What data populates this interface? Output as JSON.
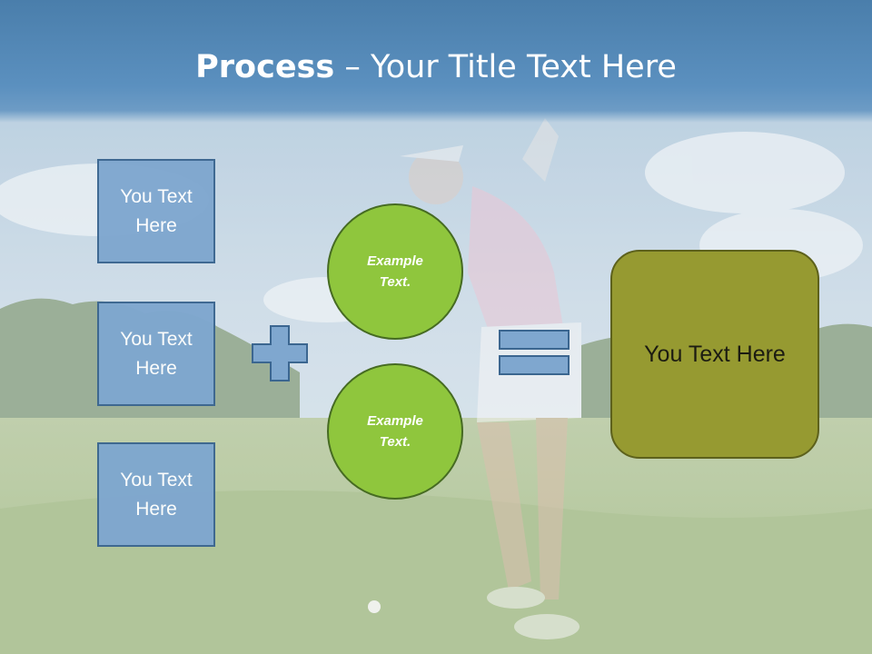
{
  "title": {
    "bold": "Process",
    "rest": " – Your Title Text Here"
  },
  "left_boxes": [
    {
      "label": "You Text Here"
    },
    {
      "label": "You Text Here"
    },
    {
      "label": "You Text Here"
    }
  ],
  "circles": [
    {
      "label": "Example Text."
    },
    {
      "label": "Example Text."
    }
  ],
  "operators": {
    "plus": "plus-icon",
    "equals": "equals-icon"
  },
  "result": {
    "label": "You Text Here"
  },
  "colors": {
    "title_bar": "#5b90bf",
    "box_fill": "#7fa7cf",
    "box_border": "#3b6690",
    "circle_fill": "#8fc63d",
    "result_fill": "#969a31"
  }
}
